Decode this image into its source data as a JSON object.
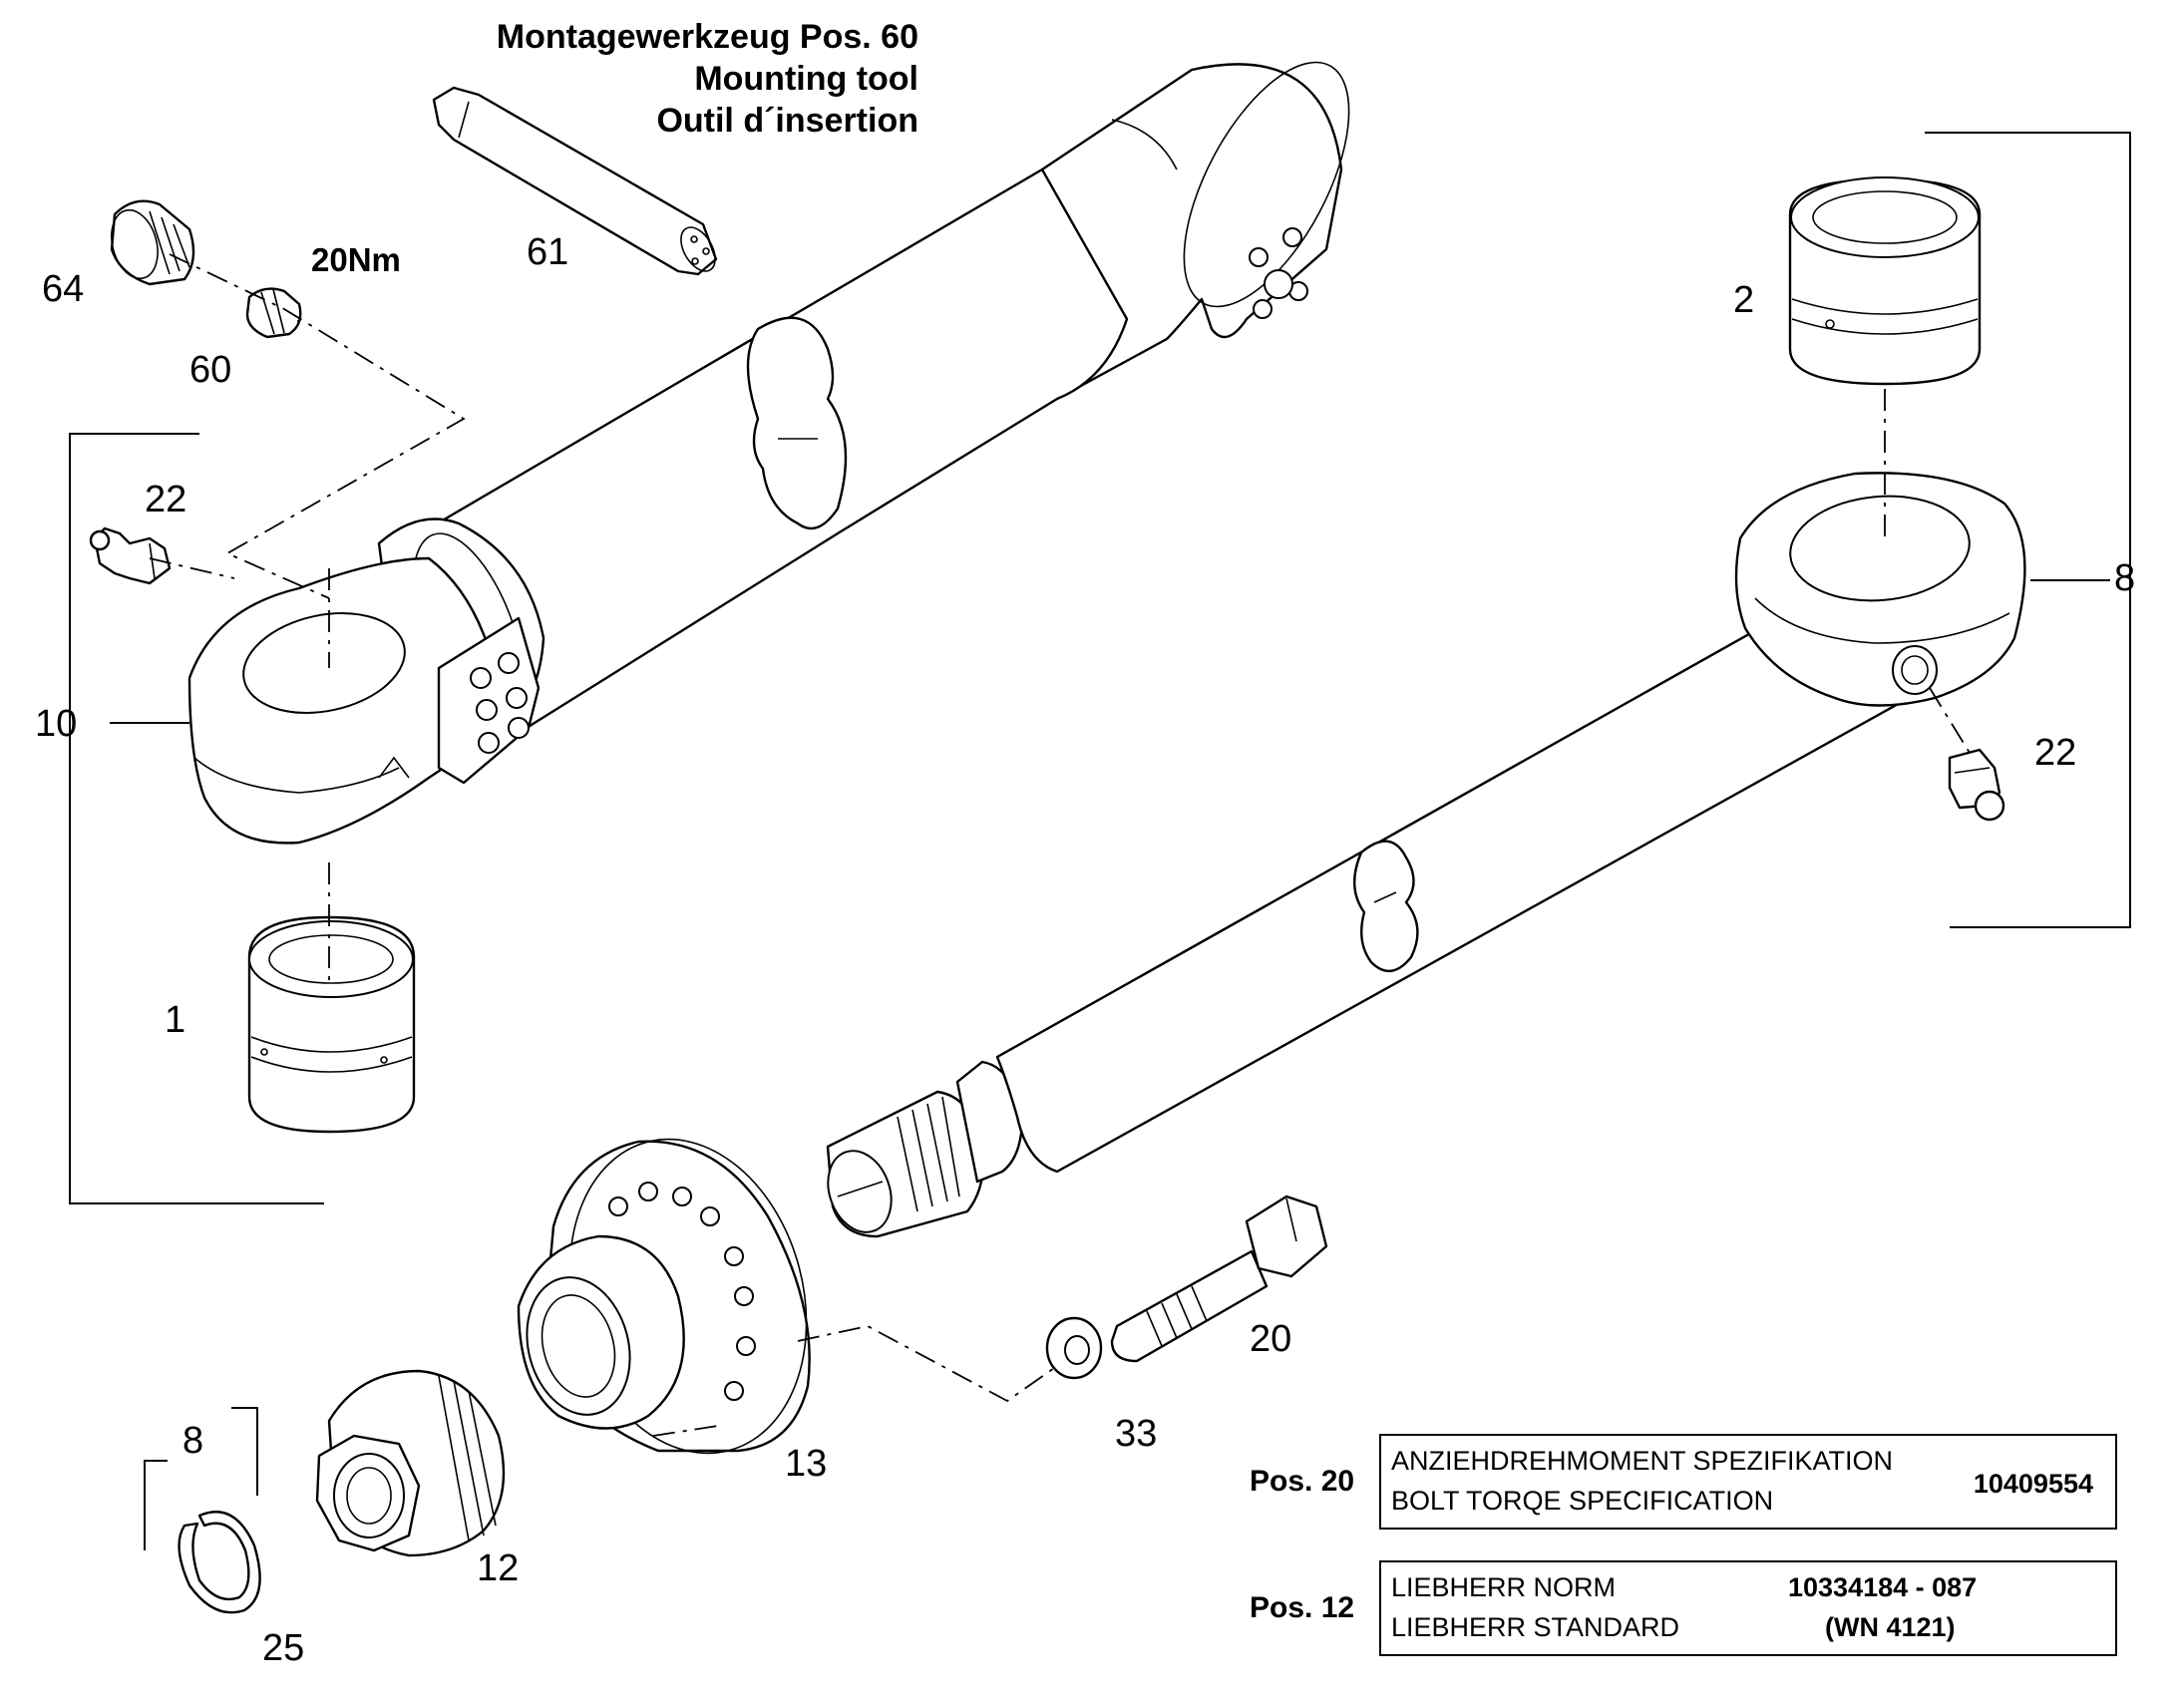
{
  "tool_title": {
    "line1": "Montagewerkzeug  Pos. 60",
    "line2": "Mounting tool",
    "line3": "Outil d´insertion"
  },
  "torque_label": "20Nm",
  "callouts": {
    "c64": "64",
    "c60": "60",
    "c61": "61",
    "c2": "2",
    "c8_right": "8",
    "c22_top": "22",
    "c22_right": "22",
    "c10": "10",
    "c1": "1",
    "c13": "13",
    "c20": "20",
    "c33": "33",
    "c12": "12",
    "c8_bottom": "8",
    "c25": "25"
  },
  "spec_pos20": {
    "pos_label": "Pos. 20",
    "line1": "ANZIEHDREHMOMENT SPEZIFIKATION",
    "line2": "BOLT TORQE SPECIFICATION",
    "number": "10409554"
  },
  "spec_pos12": {
    "pos_label": "Pos. 12",
    "line1": "LIEBHERR NORM",
    "line2": "LIEBHERR STANDARD",
    "number1": "10334184 - 087",
    "number2": "(WN 4121)"
  }
}
